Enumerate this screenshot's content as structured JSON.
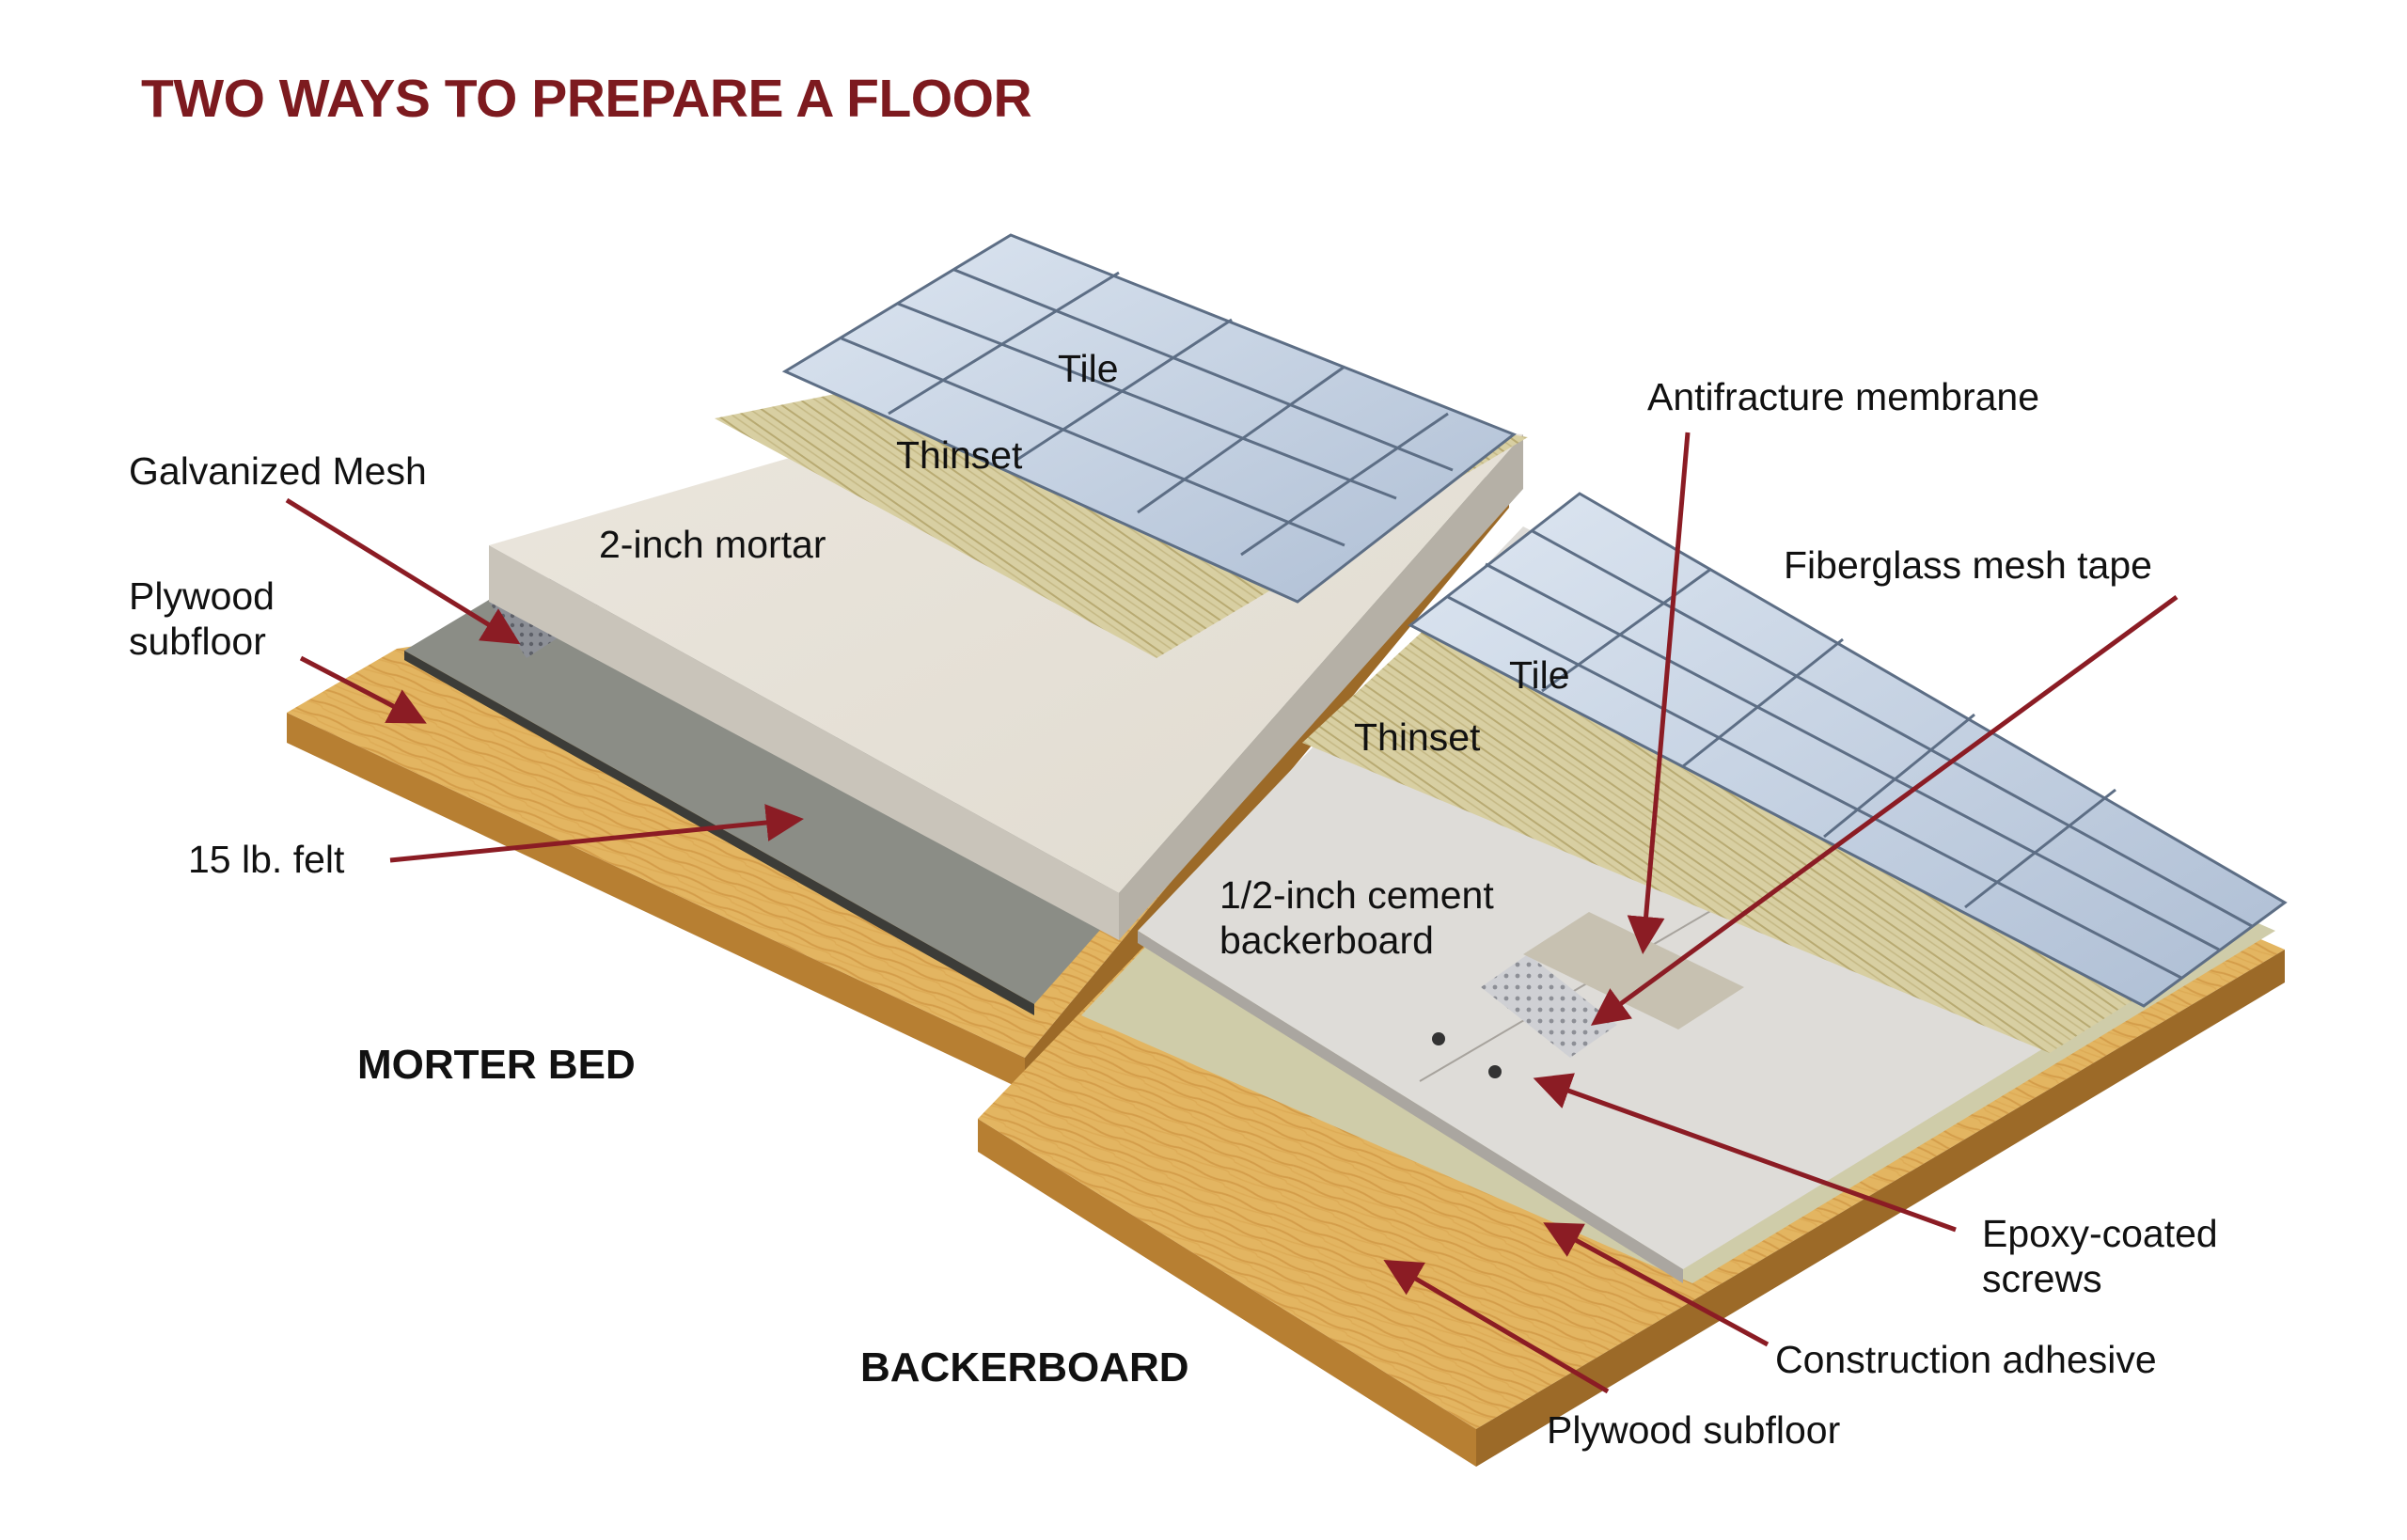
{
  "title": "TWO WAYS TO PREPARE A FLOOR",
  "sections": {
    "mortar_bed": "MORTER BED",
    "backerboard": "BACKERBOARD"
  },
  "labels": {
    "tile_left": "Tile",
    "thinset_left": "Thinset",
    "mortar": "2-inch mortar",
    "galvanized_mesh": "Galvanized Mesh",
    "plywood_left_line1": "Plywood",
    "plywood_left_line2": "subfloor",
    "felt": "15 lb. felt",
    "antifracture": "Antifracture membrane",
    "fiberglass_tape": "Fiberglass mesh tape",
    "tile_right": "Tile",
    "thinset_right": "Thinset",
    "backerboard_line1": "1/2-inch cement",
    "backerboard_line2": "backerboard",
    "epoxy_line1": "Epoxy-coated",
    "epoxy_line2": "screws",
    "adhesive": "Construction adhesive",
    "plywood_right": "Plywood subfloor"
  },
  "colors": {
    "title": "#7d1a1f",
    "arrow": "#8b1c24",
    "wood": "#e2b15c",
    "mortar": "#e6e1d8",
    "tile": "#c4d2e4",
    "thinset": "#d6cc9c",
    "felt": "#8b8d86"
  }
}
